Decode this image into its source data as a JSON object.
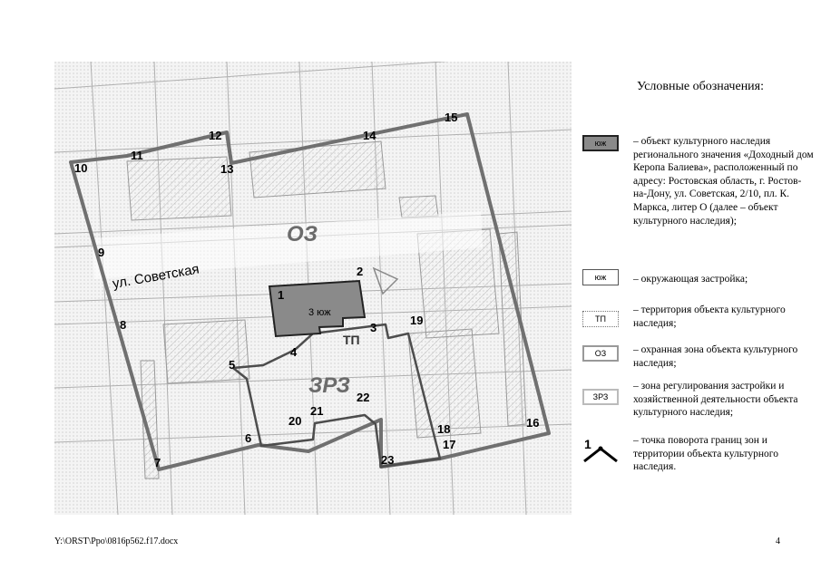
{
  "map": {
    "zone_labels": {
      "oz": "ОЗ",
      "zrz": "ЗРЗ",
      "tp": "ТП"
    },
    "street": "ул. Советская",
    "object_label": "3 юж",
    "points": [
      "1",
      "2",
      "3",
      "4",
      "5",
      "6",
      "7",
      "8",
      "9",
      "10",
      "11",
      "12",
      "13",
      "14",
      "15",
      "16",
      "17",
      "18",
      "19",
      "20",
      "21",
      "22",
      "23"
    ],
    "colors": {
      "object": "#8a8a8a",
      "boundary": "#707070",
      "inner_boundary": "#4d4d4d"
    }
  },
  "legend": {
    "title": "Условные обозначения:",
    "items": [
      {
        "swatch": "юж",
        "text": "– объект культурного наследия регионального значения «Доходный дом Керопа Балиева», расположенный по адресу: Ростовская область, г. Ростов-на-Дону, ул. Советская, 2/10, пл. К. Маркса, литер О (далее – объект культурного наследия);"
      },
      {
        "swatch": "юж",
        "text": "– окружающая застройка;"
      },
      {
        "swatch": "ТП",
        "text": "– территория объекта культурного наследия;"
      },
      {
        "swatch": "ОЗ",
        "text": "– охранная зона объекта культурного наследия;"
      },
      {
        "swatch": "ЗРЗ",
        "text": "– зона регулирования застройки и хозяйственной деятельности объекта культурного наследия;"
      },
      {
        "swatch": "1",
        "text": "– точка поворота границ зон и территории объекта культурного наследия."
      }
    ]
  },
  "footer": {
    "path": "Y:\\ORST\\Ppo\\0816p562.f17.docx",
    "page": "4"
  }
}
